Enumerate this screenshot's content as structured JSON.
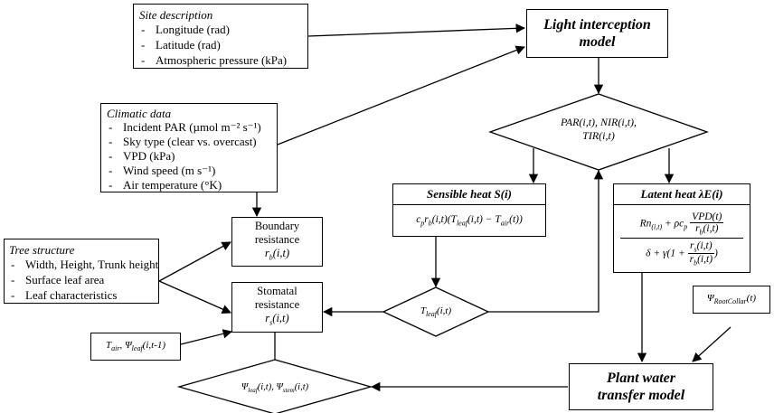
{
  "site": {
    "title": "Site description",
    "items": [
      "Longitude (rad)",
      "Latitude (rad)",
      "Atmospheric pressure (kPa)"
    ]
  },
  "climate": {
    "title": "Climatic data",
    "items": [
      "Incident PAR (µmol m⁻² s⁻¹)",
      "Sky type (clear vs. overcast)",
      "VPD (kPa)",
      "Wind speed (m s⁻¹)",
      "Air temperature (°K)"
    ]
  },
  "tree": {
    "title": "Tree structure",
    "items": [
      "Width, Height, Trunk height",
      "Surface leaf area",
      "Leaf characteristics"
    ]
  },
  "light": {
    "line1": "Light interception",
    "line2": "model"
  },
  "par_diamond": {
    "line1": "PAR(i,t), NIR(i,t),",
    "line2": "TIR(i,t)"
  },
  "sensible": {
    "title": "Sensible heat S(i)",
    "formula": "c_p r_b(i,t)(T_leaf(i,t) − T_air(t))"
  },
  "latent": {
    "title": "Latent heat λE(i)",
    "numerator": "Rn(i,t) + ρc_p VPD(t)/r_b(i,t)",
    "denominator": "δ + γ(1 + r_s(i,t)/r_b(i,t))"
  },
  "boundary": {
    "line1": "Boundary",
    "line2": "resistance",
    "symbol": "r_b(i,t)"
  },
  "stomatal": {
    "line1": "Stomatal",
    "line2": "resistance",
    "symbol": "r_s(i,t)"
  },
  "tleaf_diamond": {
    "label": "T_leaf(i,t)"
  },
  "tair_input": {
    "label": "T_air, Ψ_leaf(i,t-1)"
  },
  "psi_root": {
    "label": "Ψ_RootCollar(t)"
  },
  "psi_diamond": {
    "label": "Ψ_leaf(i,t), Ψ_stem(i,t)"
  },
  "water": {
    "line1": "Plant water",
    "line2": "transfer model"
  }
}
